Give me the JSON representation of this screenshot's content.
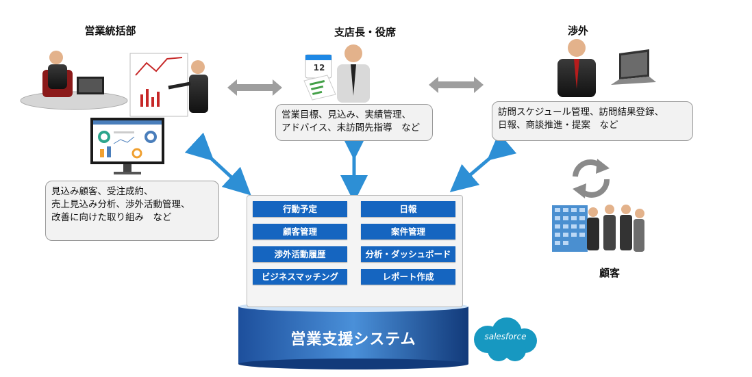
{
  "headings": {
    "sales_hq": "営業統括部",
    "branch": "支店長・役席",
    "field": "渉外",
    "customer": "顧客"
  },
  "notes": {
    "branch": [
      "営業目標、見込み、実績管理、",
      "アドバイス、未訪問先指導　など"
    ],
    "field": [
      "訪問スケジュール管理、訪問結果登録、",
      "日報、商談推進・提案　など"
    ],
    "sales_hq": [
      "見込み顧客、受注成約、",
      "売上見込み分析、渉外活動管理、",
      "改善に向けた取り組み　など"
    ]
  },
  "functions": [
    "行動予定",
    "日報",
    "顧客管理",
    "案件管理",
    "渉外活動履歴",
    "分析・ダッシュボード",
    "ビジネスマッチング",
    "レポート作成"
  ],
  "system_name": "営業支援システム",
  "brand": "salesforce",
  "calendar_day": "12",
  "colors": {
    "button_blue": "#1565c0",
    "arrow_blue": "#2d8fd5",
    "arrow_gray": "#9e9e9e",
    "cylinder_dark": "#123a7a",
    "cylinder_light": "#4a90d9",
    "salesforce_blue": "#1798c1"
  },
  "icons": [
    "presenter-icon",
    "monitor-dashboard-icon",
    "calendar-icon",
    "businessman-icon",
    "laptop-icon",
    "cycle-arrows-icon",
    "building-icon",
    "handshake-icon",
    "salesforce-cloud-icon"
  ]
}
